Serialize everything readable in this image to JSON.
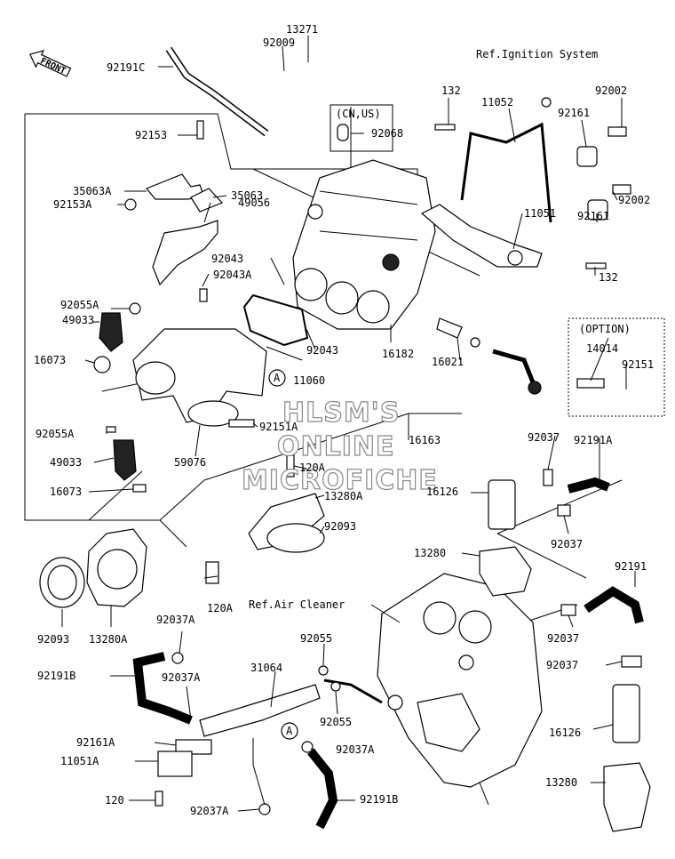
{
  "front_label": "FRONT",
  "watermark": [
    "HLSM'S",
    "ONLINE",
    "MICROFICHE"
  ],
  "refs": {
    "ignition": "Ref.Ignition System",
    "air_cleaner": "Ref.Air Cleaner",
    "cn_us": "(CN,US)",
    "option": "(OPTION)"
  },
  "callouts": {
    "a1": "A",
    "a2": "A"
  },
  "labels": [
    "13271",
    "92009",
    "92191C",
    "132",
    "11052",
    "92002",
    "92161",
    "92068",
    "92153",
    "35063A",
    "35063",
    "92153A",
    "49056",
    "11051",
    "92002",
    "92161",
    "92043",
    "92043A",
    "132",
    "92055A",
    "49033",
    "16073",
    "92043",
    "11060",
    "16182",
    "16021",
    "14014",
    "92151",
    "92151A",
    "16163",
    "92055A",
    "49033",
    "59076",
    "120A",
    "16073",
    "13280A",
    "92037",
    "92191A",
    "16126",
    "92093",
    "92037",
    "13280",
    "92191",
    "120A",
    "92093",
    "13280A",
    "92037A",
    "92055",
    "31064",
    "92191B",
    "92037A",
    "92037",
    "92037",
    "92055",
    "92161A",
    "92037A",
    "11051A",
    "16126",
    "120",
    "92037A",
    "92191B",
    "13280"
  ]
}
